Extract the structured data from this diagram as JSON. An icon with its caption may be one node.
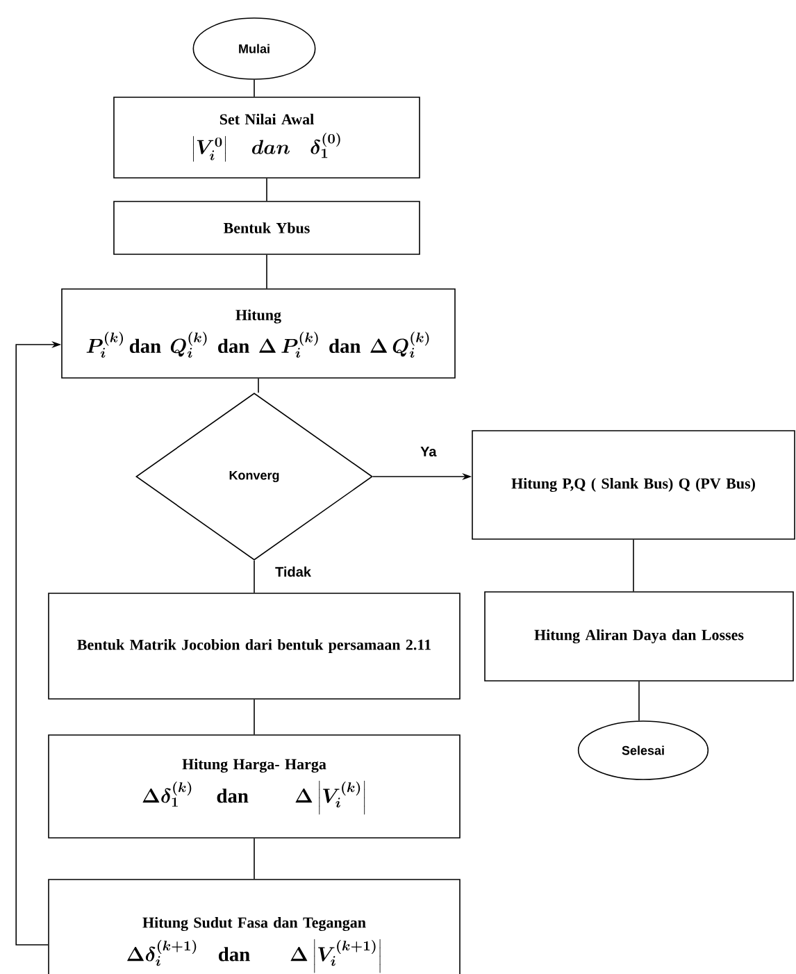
{
  "diagram": {
    "nodes": [
      {
        "text": [
          "Mulai"
        ]
      },
      {
        "text": [
          "Set Nilai Awal",
          "\\left|V_i^{0}\\right|\\; dan\\; \\delta_1^{(0)}"
        ]
      },
      {
        "text": [
          "Bentuk Ybus"
        ]
      },
      {
        "text": [
          "Hitung",
          "P_i^{(k)}\\,\\mathrm{dan}\\; Q_i^{(k)}\\;\\mathrm{dan}\\;\\Delta\\, P_i^{(k)}\\;\\mathrm{dan}\\;\\Delta\\, Q_i^{(k)}"
        ]
      },
      {
        "text": [
          "Konverg"
        ]
      },
      {
        "text": [
          "Hitung P,Q ( Slank Bus) Q (PV Bus)"
        ]
      },
      {
        "text": [
          "Hitung  Aliran Daya dan Losses"
        ]
      },
      {
        "text": [
          "Selesai"
        ]
      },
      {
        "text": [
          "Bentuk Matrik Jocobion  dari bentuk persamaan 2.11"
        ]
      },
      {
        "text": [
          "Hitung Harga- Harga",
          "\\Delta\\delta_1^{(k)}\\;\\mathrm{dan}\\;\\;\\Delta\\left|V_i^{(k)}\\right|"
        ]
      },
      {
        "text": [
          "Hitung Sudut Fasa dan Tegangan",
          "\\Delta\\delta_i^{(k+1)}\\;\\mathrm{dan}\\;\\;\\Delta\\left|V_i^{(k+1)}\\right|"
        ]
      }
    ],
    "edges": [
      {
        "from": 0,
        "to": 1,
        "arrow": "none"
      },
      {
        "from": 1,
        "to": 2,
        "arrow": "none"
      },
      {
        "from": 2,
        "to": 3,
        "arrow": "none"
      },
      {
        "from": 3,
        "to": 4,
        "arrow": "none"
      },
      {
        "from": 4,
        "to": 5,
        "arrow": "to",
        "label": "Ya"
      },
      {
        "from": 4,
        "to": 8,
        "arrow": "none",
        "label": "Tidak"
      },
      {
        "from": 8,
        "to": 9,
        "arrow": "none"
      },
      {
        "from": 9,
        "to": 10,
        "arrow": "none"
      },
      {
        "from": 10,
        "to": 3,
        "arrow": "to"
      },
      {
        "from": 5,
        "to": 6,
        "arrow": "none"
      },
      {
        "from": 6,
        "to": 7,
        "arrow": "none"
      }
    ]
  }
}
